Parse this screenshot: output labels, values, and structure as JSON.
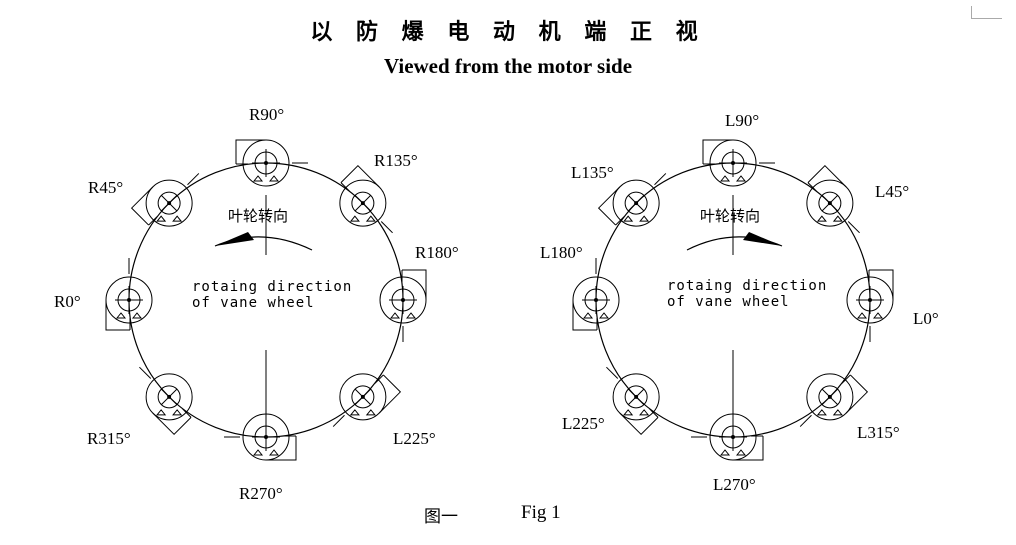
{
  "title_cn": "以 防 爆 电 动 机 端 正 视",
  "title_en": "Viewed from the motor side",
  "caption_cn": "图一",
  "caption_en": "Fig 1",
  "left_ring": {
    "impeller_cn": "叶轮转向",
    "direction_line1": "rotaing direction",
    "direction_line2": "of vane wheel",
    "labels": [
      "R90°",
      "R135°",
      "R45°",
      "R180°",
      "R0°",
      "R315°",
      "L225°",
      "R270°"
    ]
  },
  "right_ring": {
    "impeller_cn": "叶轮转向",
    "direction_line1": "rotaing direction",
    "direction_line2": "of vane wheel",
    "labels": [
      "L90°",
      "L135°",
      "L45°",
      "L180°",
      "L0°",
      "L225°",
      "L315°",
      "L270°"
    ]
  }
}
